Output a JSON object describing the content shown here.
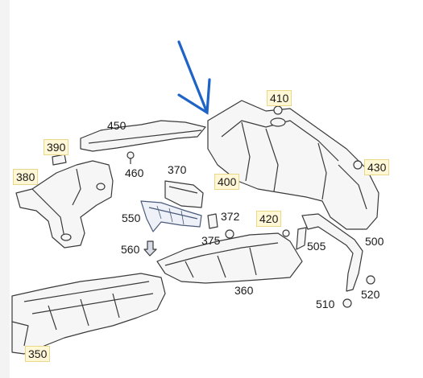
{
  "diagram": {
    "parts": [
      {
        "id": "p410",
        "label": "410",
        "highlighted": true
      },
      {
        "id": "p450",
        "label": "450",
        "highlighted": false
      },
      {
        "id": "p390",
        "label": "390",
        "highlighted": true
      },
      {
        "id": "p460",
        "label": "460",
        "highlighted": false
      },
      {
        "id": "p370",
        "label": "370",
        "highlighted": false
      },
      {
        "id": "p400",
        "label": "400",
        "highlighted": true
      },
      {
        "id": "p430",
        "label": "430",
        "highlighted": true
      },
      {
        "id": "p380",
        "label": "380",
        "highlighted": true
      },
      {
        "id": "p550",
        "label": "550",
        "highlighted": false
      },
      {
        "id": "p372",
        "label": "372",
        "highlighted": false
      },
      {
        "id": "p420",
        "label": "420",
        "highlighted": true
      },
      {
        "id": "p375",
        "label": "375",
        "highlighted": false
      },
      {
        "id": "p505",
        "label": "505",
        "highlighted": false
      },
      {
        "id": "p500",
        "label": "500",
        "highlighted": false
      },
      {
        "id": "p560",
        "label": "560",
        "highlighted": false
      },
      {
        "id": "p360",
        "label": "360",
        "highlighted": false
      },
      {
        "id": "p510",
        "label": "510",
        "highlighted": false
      },
      {
        "id": "p520",
        "label": "520",
        "highlighted": false
      },
      {
        "id": "p350",
        "label": "350",
        "highlighted": true
      }
    ],
    "colors": {
      "line": "#3a3a3a",
      "fill": "#f6f6f6",
      "arrow": "#1f63c6",
      "highlight_bg": "#fff7d6",
      "highlight_border": "#e9d88a"
    }
  }
}
